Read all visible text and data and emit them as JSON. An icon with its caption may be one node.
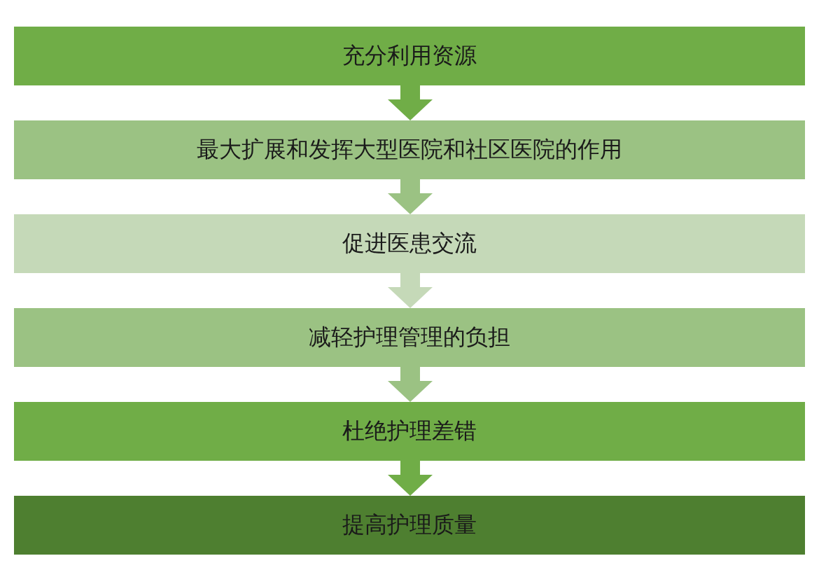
{
  "diagram": {
    "nodes": [
      {
        "text": [
          "充分利用资源"
        ]
      },
      {
        "text": [
          "最大扩展和发挥大型医院和社区医院的作用"
        ]
      },
      {
        "text": [
          "促进医患交流"
        ]
      },
      {
        "text": [
          "减轻护理管理的负担"
        ]
      },
      {
        "text": [
          "杜绝护理差错"
        ]
      },
      {
        "text": [
          "提高护理质量"
        ]
      }
    ],
    "edges": [
      {
        "from": 0,
        "to": 1,
        "arrow": "to",
        "color": "#70ad47"
      },
      {
        "from": 1,
        "to": 2,
        "arrow": "to",
        "color": "#9bc283"
      },
      {
        "from": 2,
        "to": 3,
        "arrow": "to",
        "color": "#c5d9b8"
      },
      {
        "from": 3,
        "to": 4,
        "arrow": "to",
        "color": "#9bc283"
      },
      {
        "from": 4,
        "to": 5,
        "arrow": "to",
        "color": "#70ad47"
      }
    ]
  }
}
